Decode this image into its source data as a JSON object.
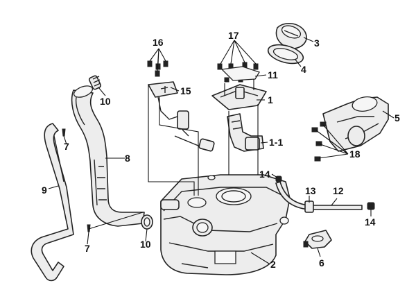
{
  "labels": {
    "p1": "1",
    "p1_1": "1-1",
    "p2": "2",
    "p3": "3",
    "p4": "4",
    "p5": "5",
    "p6": "6",
    "p7a": "7",
    "p7b": "7",
    "p8": "8",
    "p9": "9",
    "p10a": "10",
    "p10b": "10",
    "p11": "11",
    "p12": "12",
    "p13": "13",
    "p14a": "14",
    "p14b": "14",
    "p15": "15",
    "p16": "16",
    "p17": "17",
    "p18": "18"
  }
}
